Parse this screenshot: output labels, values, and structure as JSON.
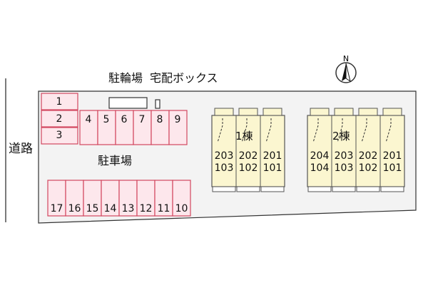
{
  "road_label": "道路",
  "bike_parking_label": "駐輪場",
  "delivery_box_label": "宅配ボックス",
  "parking_lot_label": "駐車場",
  "north_label": "N",
  "parking_spaces": {
    "left_column": [
      "1",
      "2",
      "3"
    ],
    "top_row": [
      "4",
      "5",
      "6",
      "7",
      "8",
      "9"
    ],
    "bottom_row": [
      "17",
      "16",
      "15",
      "14",
      "13",
      "12",
      "11",
      "10"
    ]
  },
  "buildings": [
    {
      "name": "1棟",
      "units_upper": [
        "203",
        "202",
        "201"
      ],
      "units_lower": [
        "103",
        "102",
        "101"
      ]
    },
    {
      "name": "2棟",
      "units_upper": [
        "204",
        "203",
        "202",
        "201"
      ],
      "units_lower": [
        "104",
        "103",
        "102",
        "101"
      ]
    }
  ],
  "colors": {
    "site_fill": "#f3f3f3",
    "parking_fill": "#fde7ec",
    "parking_stroke": "#d2475f",
    "building_fill": "#fbf6d0",
    "building_stroke": "#555555"
  }
}
